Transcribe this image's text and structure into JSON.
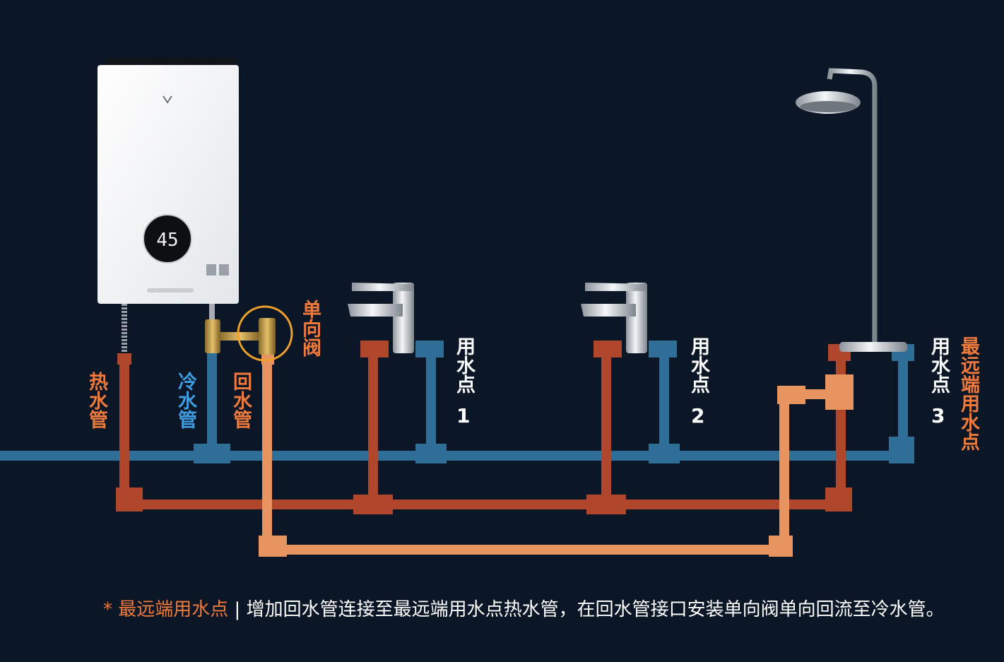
{
  "labels": {
    "hot_pipe": "热水管",
    "cold_pipe": "冷水管",
    "return_pipe": "回水管",
    "check_valve": "单向阀",
    "point1": "用水点",
    "point1_num": "1",
    "point2": "用水点",
    "point2_num": "2",
    "point3": "用水点",
    "point3_num": "3",
    "farthest_point": "最远端用水点"
  },
  "heater": {
    "display_value": "45"
  },
  "caption": {
    "prefix": "* 最远端用水点",
    "separator": " | ",
    "text": "增加回水管连接至最远端用水点热水管，在回水管接口安装单向阀单向回流至冷水管。"
  },
  "colors": {
    "background": "#0b1727",
    "hot": "#b0472c",
    "cold": "#2f6f97",
    "return": "#e8945e",
    "highlight_text": "#f07a3c",
    "cold_text": "#3d9be0",
    "white_text": "#ffffff"
  }
}
